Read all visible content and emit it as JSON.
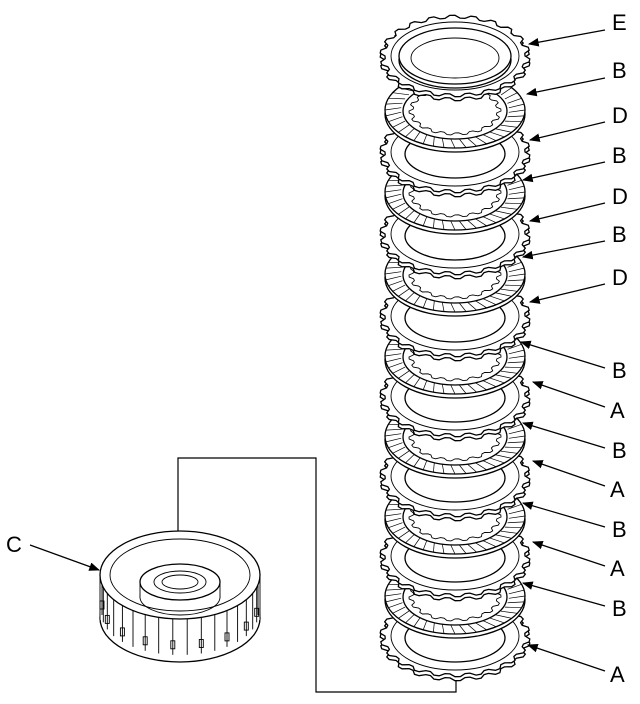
{
  "diagram": {
    "labels": [
      {
        "id": "E1",
        "text": "E"
      },
      {
        "id": "B1",
        "text": "B"
      },
      {
        "id": "D1",
        "text": "D"
      },
      {
        "id": "B2",
        "text": "B"
      },
      {
        "id": "D2",
        "text": "D"
      },
      {
        "id": "B3",
        "text": "B"
      },
      {
        "id": "D3",
        "text": "D"
      },
      {
        "id": "B4",
        "text": "B"
      },
      {
        "id": "A1",
        "text": "A"
      },
      {
        "id": "B5",
        "text": "B"
      },
      {
        "id": "A2",
        "text": "A"
      },
      {
        "id": "B6",
        "text": "B"
      },
      {
        "id": "A3",
        "text": "A"
      },
      {
        "id": "B7",
        "text": "B"
      },
      {
        "id": "A4",
        "text": "A"
      },
      {
        "id": "C1",
        "text": "C"
      }
    ]
  }
}
